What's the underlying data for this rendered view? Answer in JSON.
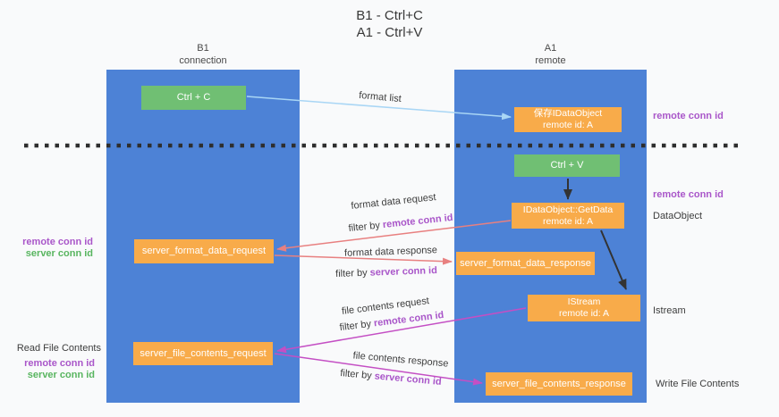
{
  "title": {
    "line1": "B1 - Ctrl+C",
    "line2": "A1 - Ctrl+V"
  },
  "lanes": {
    "b1": {
      "title": "B1",
      "subtitle": "connection"
    },
    "a1": {
      "title": "A1",
      "subtitle": "remote"
    }
  },
  "nodes": {
    "ctrl_c": {
      "label": "Ctrl + C"
    },
    "ctrl_v": {
      "label": "Ctrl + V"
    },
    "save_idataobject": {
      "line1": "保存IDataObject",
      "line2": "remote id: A"
    },
    "idataobject_getdata": {
      "line1": "IDataObject::GetData",
      "line2": "remote id: A"
    },
    "istream": {
      "line1": "IStream",
      "line2": "remote id: A"
    },
    "server_format_data_request": {
      "label": "server_format_data_request"
    },
    "server_format_data_response": {
      "label": "server_format_data_response"
    },
    "server_file_contents_request": {
      "label": "server_file_contents_request"
    },
    "server_file_contents_response": {
      "label": "server_file_contents_response"
    }
  },
  "flow_labels": {
    "format_list": "format list",
    "format_data_request": "format data request",
    "format_data_request_filter_prefix": "filter by ",
    "format_data_request_filter_key": "remote conn id",
    "format_data_response": "format data response",
    "format_data_response_filter_prefix": "filter by ",
    "format_data_response_filter_key": "server conn id",
    "file_contents_request": "file contents request",
    "file_contents_request_filter_prefix": "filter by ",
    "file_contents_request_filter_key": "remote conn id",
    "file_contents_response": "file contents response",
    "file_contents_response_filter_prefix": "filter by ",
    "file_contents_response_filter_key": "server conn id"
  },
  "side_labels": {
    "right_remote_conn_id_top": "remote conn id",
    "right_remote_conn_id_mid": "remote conn id",
    "right_dataobject": "DataObject",
    "right_istream": "Istream",
    "right_write_file_contents": "Write File Contents",
    "left_remote_conn_id_top": "remote conn id",
    "left_server_conn_id_top": "server conn id",
    "left_read_file_contents": "Read File Contents",
    "left_remote_conn_id_bottom": "remote conn id",
    "left_server_conn_id_bottom": "server conn id"
  },
  "colors": {
    "lane_blue": "#4d82d6",
    "node_green": "#70bf73",
    "node_orange": "#f8ab4a",
    "arrow_salmon": "#e88080",
    "arrow_magenta": "#c44fc4",
    "arrow_lightblue": "#a9d6f5",
    "arrow_black": "#333333",
    "dashed_line": "#2e2e2e",
    "text_purple": "#a956c9",
    "text_green": "#58b55f",
    "text_dark": "#3d3d3d"
  }
}
